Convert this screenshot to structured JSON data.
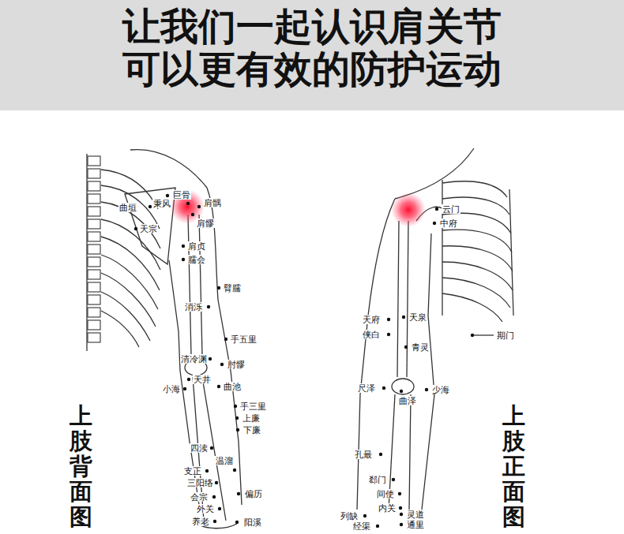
{
  "diagram": {
    "title": "让我们一起认识肩关节 可以更有效的防护运动",
    "labels": [
      "曲垣",
      "秉风",
      "巨骨",
      "肩髃",
      "肩髎",
      "天宗",
      "肩贞",
      "臑会",
      "臂臑",
      "消泺",
      "手五里",
      "清冷渊",
      "肘髎",
      "天井",
      "曲池",
      "小海",
      "手三里",
      "上廉",
      "下廉",
      "四渎",
      "支正",
      "温溜",
      "三阳络",
      "偏历",
      "会宗",
      "外关",
      "养老",
      "阳溪",
      "云门",
      "中府",
      "天府",
      "侠白",
      "天泉",
      "青灵",
      "期门",
      "尺泽",
      "曲泽",
      "少海",
      "孔最",
      "郄门",
      "间使",
      "内关",
      "列缺",
      "经渠",
      "灵道",
      "通里",
      "上肢背面图",
      "上肢正面图"
    ]
  }
}
